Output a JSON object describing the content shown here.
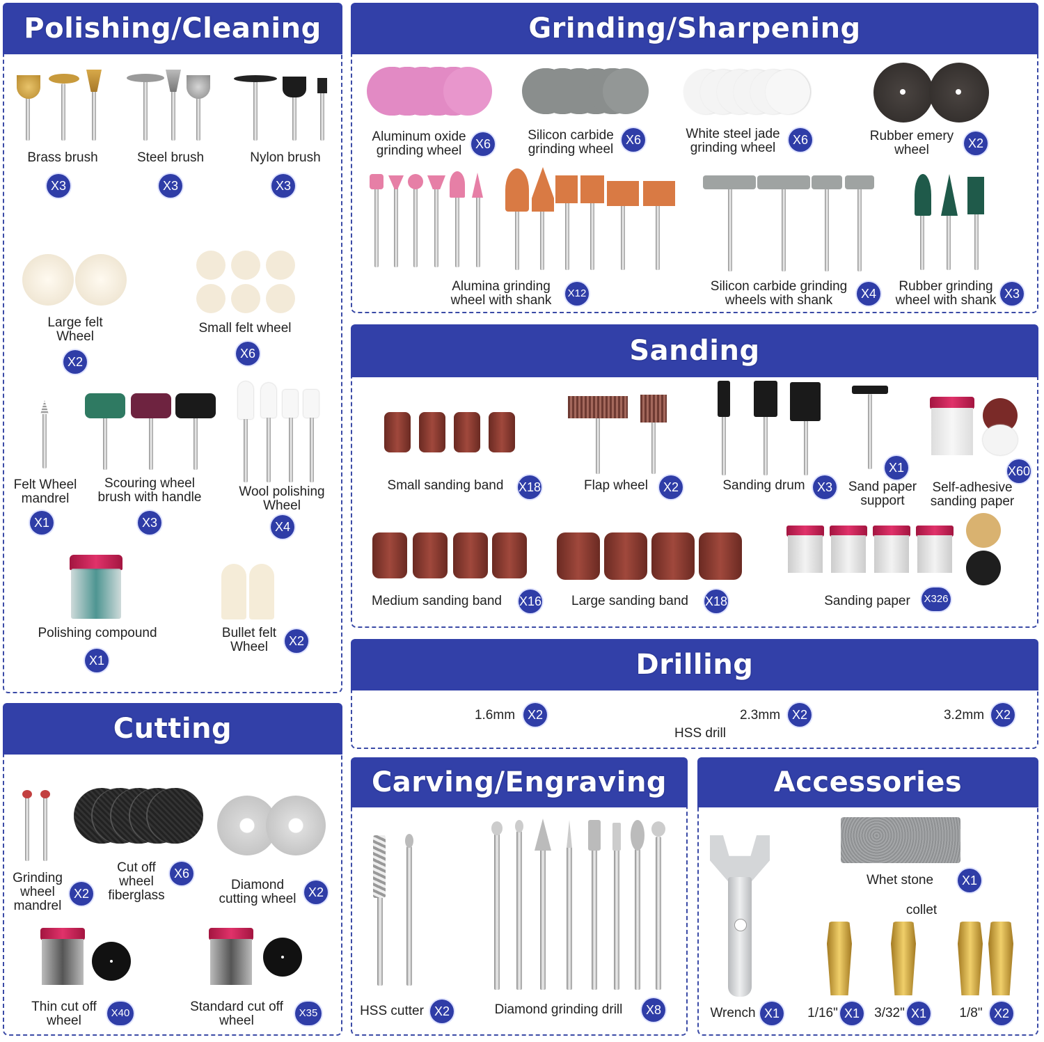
{
  "sections": {
    "polishing": "Polishing/Cleaning",
    "grinding": "Grinding/Sharpening",
    "sanding": "Sanding",
    "drilling": "Drilling",
    "cutting": "Cutting",
    "carving": "Carving/Engraving",
    "accessories": "Accessories"
  },
  "polishing": {
    "brass_brush": {
      "label": "Brass brush",
      "qty": "X3"
    },
    "steel_brush": {
      "label": "Steel brush",
      "qty": "X3"
    },
    "nylon_brush": {
      "label": "Nylon brush",
      "qty": "X3"
    },
    "large_felt": {
      "label": "Large felt\nWheel",
      "qty": "X2"
    },
    "small_felt": {
      "label": "Small felt wheel",
      "qty": "X6"
    },
    "felt_mandrel": {
      "label": "Felt Wheel\nmandrel",
      "qty": "X1"
    },
    "scouring": {
      "label": "Scouring wheel\nbrush with handle",
      "qty": "X3"
    },
    "wool": {
      "label": "Wool polishing\nWheel",
      "qty": "X4"
    },
    "compound": {
      "label": "Polishing compound",
      "qty": "X1"
    },
    "bullet": {
      "label": "Bullet felt\nWheel",
      "qty": "X2"
    }
  },
  "grinding": {
    "aluminum_oxide": {
      "label": "Aluminum oxide\ngrinding wheel",
      "qty": "X6"
    },
    "silicon_carbide": {
      "label": "Silicon carbide\ngrinding wheel",
      "qty": "X6"
    },
    "white_jade": {
      "label": "White steel jade\ngrinding wheel",
      "qty": "X6"
    },
    "rubber_emery": {
      "label": "Rubber emery\nwheel",
      "qty": "X2"
    },
    "alumina_shank": {
      "label": "Alumina grinding\nwheel with shank",
      "qty": "X12"
    },
    "sic_shank": {
      "label": "Silicon carbide grinding\nwheels with shank",
      "qty": "X4"
    },
    "rubber_shank": {
      "label": "Rubber grinding\nwheel with shank",
      "qty": "X3"
    }
  },
  "sanding": {
    "small_band": {
      "label": "Small sanding band",
      "qty": "X18"
    },
    "flap": {
      "label": "Flap wheel",
      "qty": "X2"
    },
    "drum": {
      "label": "Sanding drum",
      "qty": "X3"
    },
    "support": {
      "label": "Sand paper\nsupport",
      "qty": "X1"
    },
    "adhesive": {
      "label": "Self-adhesive\nsanding paper",
      "qty": "X60"
    },
    "medium_band": {
      "label": "Medium sanding band",
      "qty": "X16"
    },
    "large_band": {
      "label": "Large sanding band",
      "qty": "X18"
    },
    "paper": {
      "label": "Sanding paper",
      "qty": "X326"
    }
  },
  "drilling": {
    "d1": {
      "label": "1.6mm",
      "qty": "X2"
    },
    "d2": {
      "label": "2.3mm",
      "qty": "X2"
    },
    "d3": {
      "label": "3.2mm",
      "qty": "X2"
    },
    "caption": "HSS drill"
  },
  "cutting": {
    "mandrel": {
      "label": "Grinding\nwheel\nmandrel",
      "qty": "X2"
    },
    "fiberglass": {
      "label": "Cut off\nwheel\nfiberglass",
      "qty": "X6"
    },
    "diamond": {
      "label": "Diamond\ncutting wheel",
      "qty": "X2"
    },
    "thin": {
      "label": "Thin cut off\nwheel",
      "qty": "X40"
    },
    "standard": {
      "label": "Standard cut off\nwheel",
      "qty": "X35"
    }
  },
  "carving": {
    "hss_cutter": {
      "label": "HSS cutter",
      "qty": "X2"
    },
    "diamond_drill": {
      "label": "Diamond grinding drill",
      "qty": "X8"
    }
  },
  "accessories": {
    "whet": {
      "label": "Whet stone",
      "qty": "X1"
    },
    "collet_title": "collet",
    "wrench": {
      "label": "Wrench",
      "qty": "X1"
    },
    "c1": {
      "label": "1/16\"",
      "qty": "X1"
    },
    "c2": {
      "label": "3/32\"",
      "qty": "X1"
    },
    "c3": {
      "label": "1/8\"",
      "qty": "X2"
    }
  },
  "colors": {
    "header": "#3240a8",
    "badge": "#2f3da7",
    "border": "#3a4aa6"
  }
}
